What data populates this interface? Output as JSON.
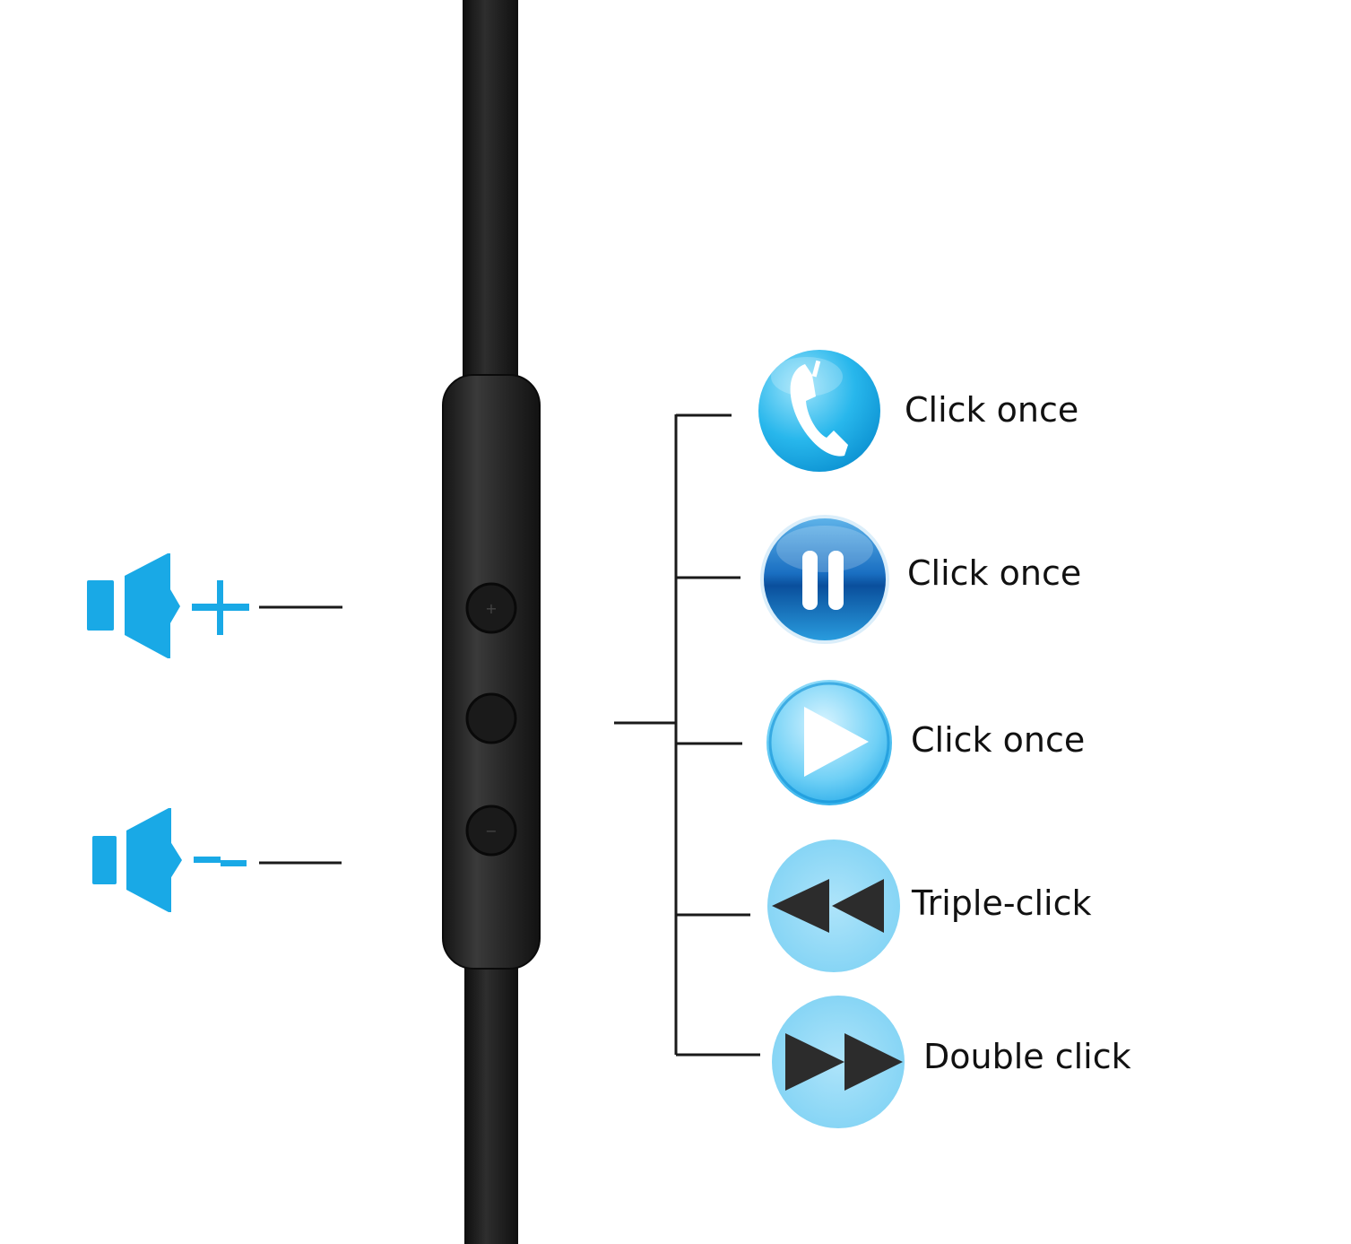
{
  "colors": {
    "accent_blue": "#19a9e6",
    "cable": "#1c1c1c",
    "remote_body": "#232323",
    "leader_line": "#1a1a1a",
    "label_text": "#111111"
  },
  "remote": {
    "buttons": [
      {
        "name": "volume-up-button",
        "glyph": "+"
      },
      {
        "name": "center-button",
        "glyph": ""
      },
      {
        "name": "volume-down-button",
        "glyph": "−"
      }
    ]
  },
  "left_controls": [
    {
      "icon": "volume-up-icon"
    },
    {
      "icon": "volume-down-icon"
    }
  ],
  "center_actions": [
    {
      "icon": "phone-call-icon",
      "label": "Click once"
    },
    {
      "icon": "pause-icon",
      "label": "Click once"
    },
    {
      "icon": "play-icon",
      "label": "Click once"
    },
    {
      "icon": "rewind-icon",
      "label": "Triple-click"
    },
    {
      "icon": "fast-forward-icon",
      "label": "Double click"
    }
  ]
}
